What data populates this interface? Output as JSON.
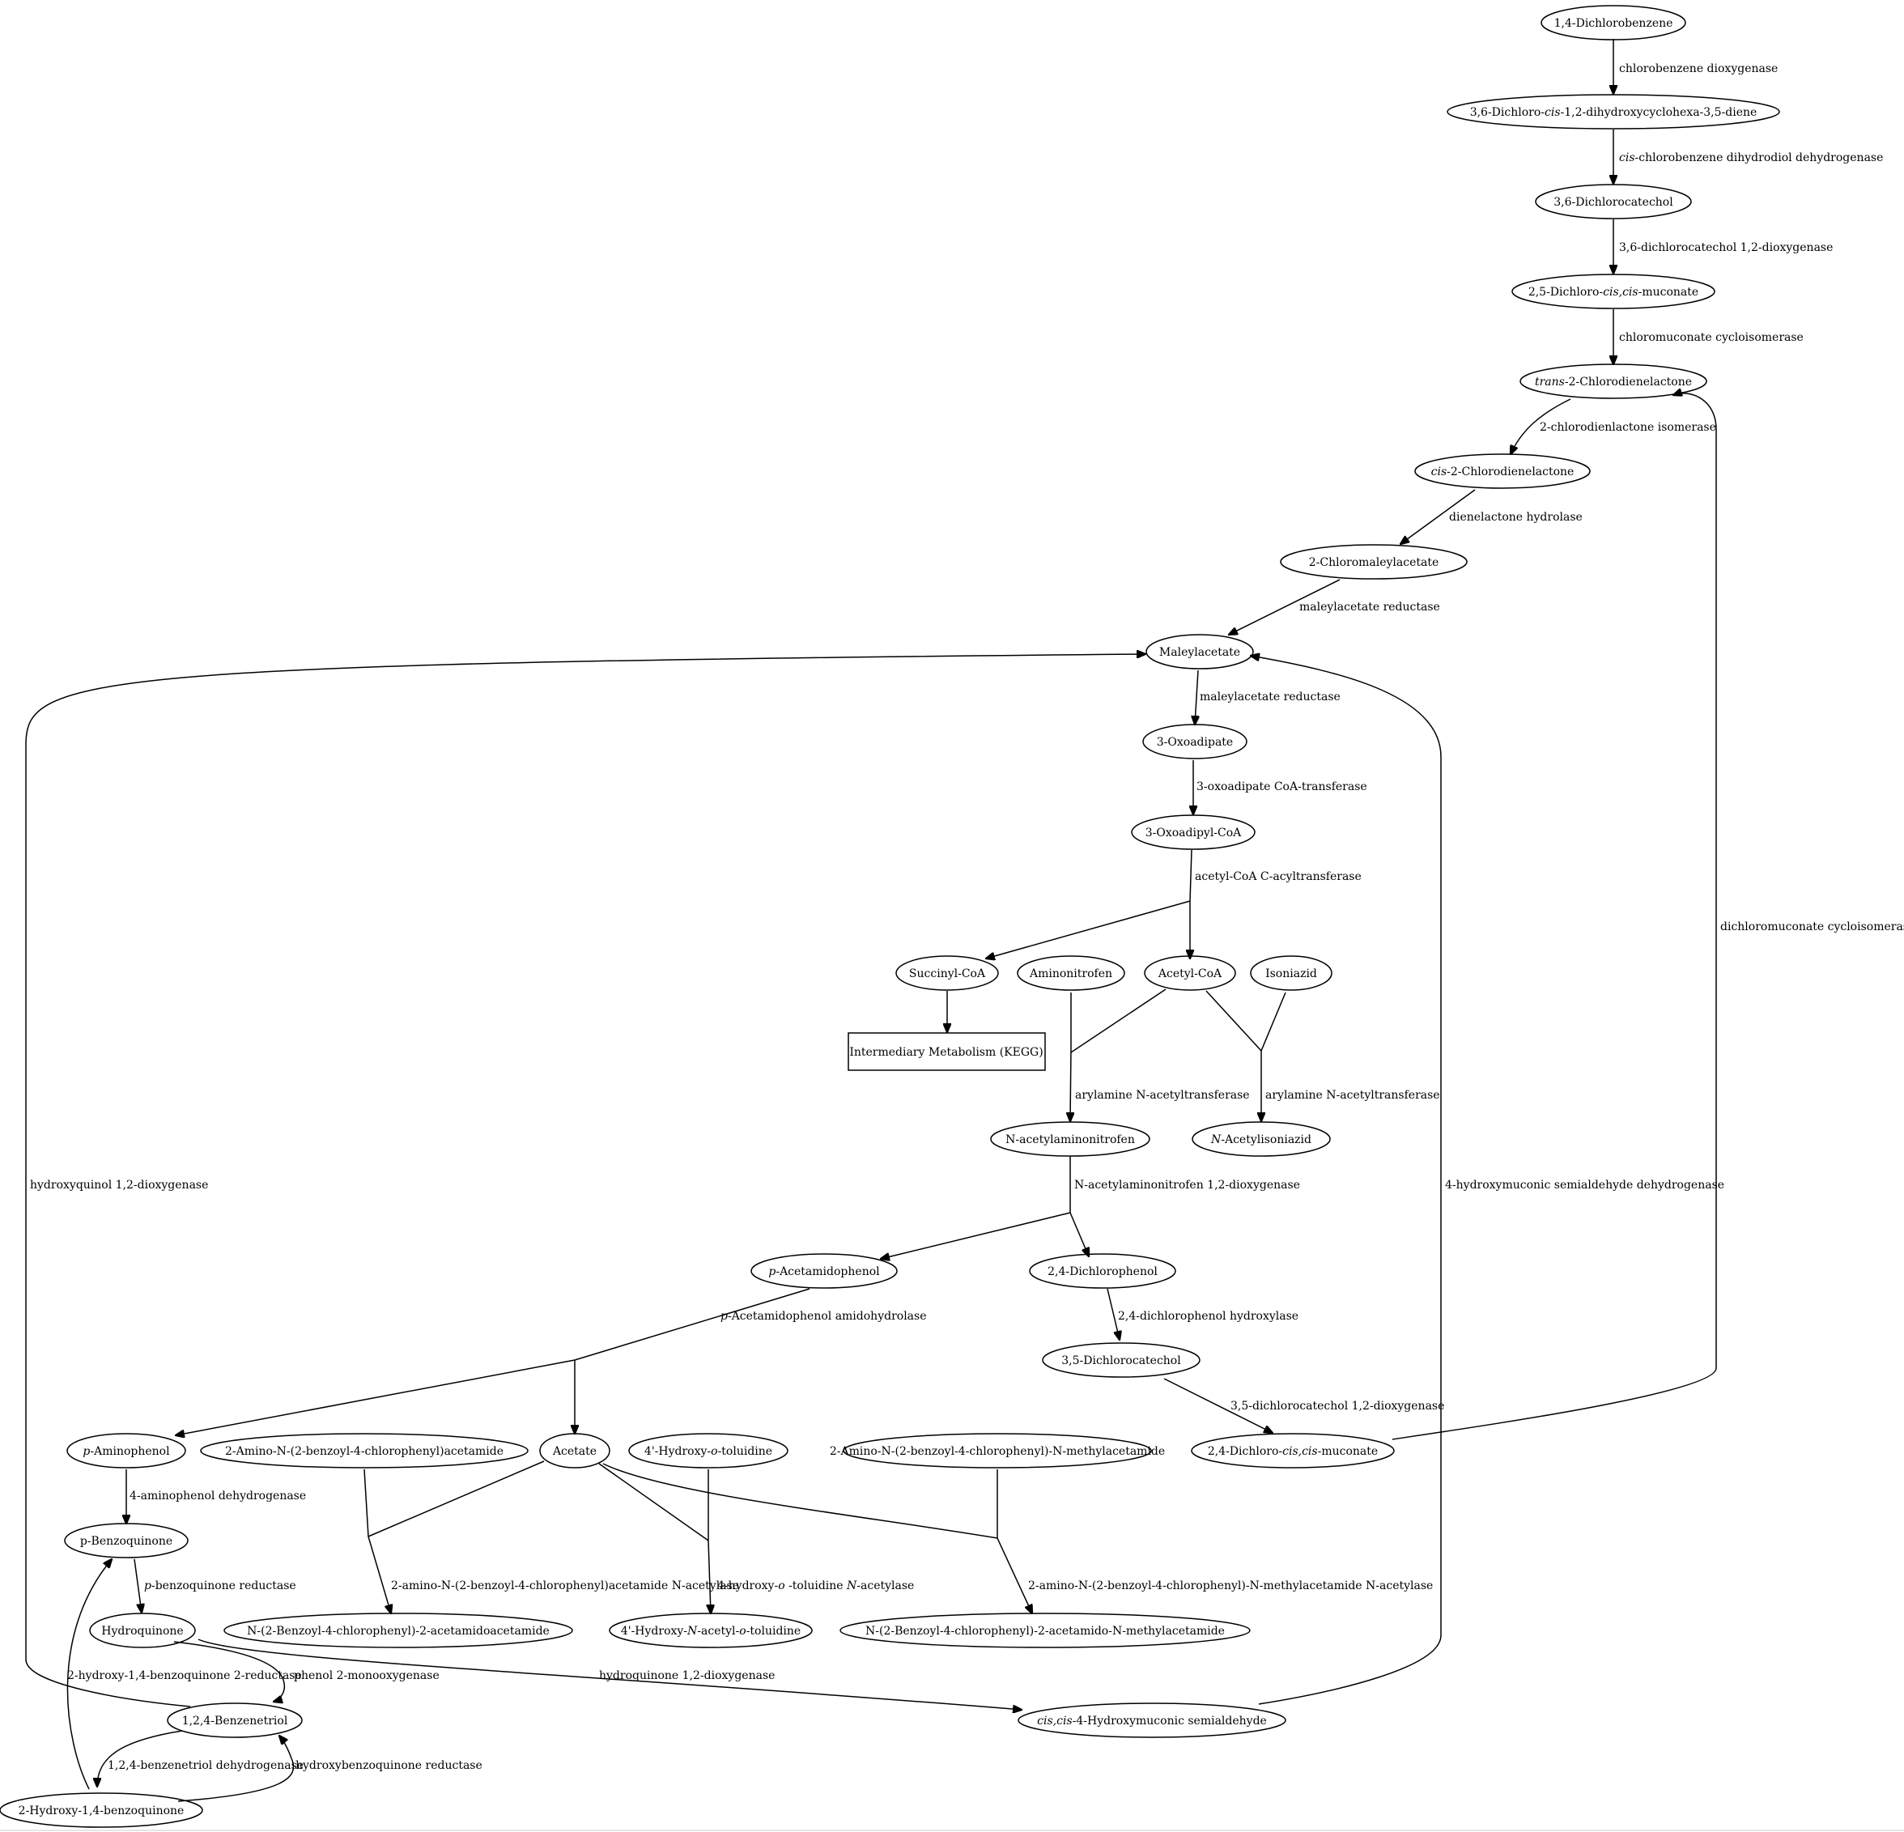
{
  "nodes": {
    "dcb": [
      {
        "t": "1,4-Dichlorobenzene"
      }
    ],
    "dcdiol": [
      {
        "t": "3,6-Dichloro-"
      },
      {
        "t": "cis",
        "i": true
      },
      {
        "t": "-1,2-dihydroxycyclohexa-3,5-diene"
      }
    ],
    "dccat36": [
      {
        "t": "3,6-Dichlorocatechol"
      }
    ],
    "dcmuc25": [
      {
        "t": "2,5-Dichloro-"
      },
      {
        "t": "cis,cis",
        "i": true
      },
      {
        "t": "-muconate"
      }
    ],
    "transcdl": [
      {
        "t": "trans",
        "i": true
      },
      {
        "t": "-2-Chlorodienelactone"
      }
    ],
    "ciscdl": [
      {
        "t": "cis",
        "i": true
      },
      {
        "t": "-2-Chlorodienelactone"
      }
    ],
    "cma": [
      {
        "t": "2-Chloromaleylacetate"
      }
    ],
    "ma": [
      {
        "t": "Maleylacetate"
      }
    ],
    "oxo": [
      {
        "t": "3-Oxoadipate"
      }
    ],
    "oxocoa": [
      {
        "t": "3-Oxoadipyl-CoA"
      }
    ],
    "succ": [
      {
        "t": "Succinyl-CoA"
      }
    ],
    "amn": [
      {
        "t": "Aminonitrofen"
      }
    ],
    "acoa": [
      {
        "t": "Acetyl-CoA"
      }
    ],
    "inh": [
      {
        "t": "Isoniazid"
      }
    ],
    "kegg": [
      {
        "t": "Intermediary Metabolism (KEGG)"
      }
    ],
    "naan": [
      {
        "t": "N-acetylaminonitrofen"
      }
    ],
    "nai": [
      {
        "t": "N",
        "i": true
      },
      {
        "t": "-Acetylisoniazid"
      }
    ],
    "pacp": [
      {
        "t": "p",
        "i": true
      },
      {
        "t": "-Acetamidophenol"
      }
    ],
    "dcp24": [
      {
        "t": "2,4-Dichlorophenol"
      }
    ],
    "dccat35": [
      {
        "t": "3,5-Dichlorocatechol"
      }
    ],
    "pap": [
      {
        "t": "p",
        "i": true
      },
      {
        "t": "-Aminophenol"
      }
    ],
    "abca": [
      {
        "t": "2-Amino-N-(2-benzoyl-4-chlorophenyl)acetamide"
      }
    ],
    "acet": [
      {
        "t": "Acetate"
      }
    ],
    "hot": [
      {
        "t": "4'-Hydroxy-"
      },
      {
        "t": "o",
        "i": true
      },
      {
        "t": "-toluidine"
      }
    ],
    "abcm": [
      {
        "t": "2-Amino-N-(2-benzoyl-4-chlorophenyl)-N-methylacetamide"
      }
    ],
    "dcmuc24": [
      {
        "t": "2,4-Dichloro-"
      },
      {
        "t": "cis,cis",
        "i": true
      },
      {
        "t": "-muconate"
      }
    ],
    "pbq": [
      {
        "t": "p-Benzoquinone"
      }
    ],
    "hq": [
      {
        "t": "Hydroquinone"
      }
    ],
    "nbca": [
      {
        "t": "N-(2-Benzoyl-4-chlorophenyl)-2-acetamidoacetamide"
      }
    ],
    "hnat": [
      {
        "t": "4'-Hydroxy-"
      },
      {
        "t": "N",
        "i": true
      },
      {
        "t": "-acetyl-"
      },
      {
        "t": "o",
        "i": true
      },
      {
        "t": "-toluidine"
      }
    ],
    "nbcm": [
      {
        "t": "N-(2-Benzoyl-4-chlorophenyl)-2-acetamido-N-methylacetamide"
      }
    ],
    "bt": [
      {
        "t": "1,2,4-Benzenetriol"
      }
    ],
    "hms": [
      {
        "t": "cis,cis",
        "i": true
      },
      {
        "t": "-4-Hydroxymuconic semialdehyde"
      }
    ],
    "hbq": [
      {
        "t": "2-Hydroxy-1,4-benzoquinone"
      }
    ]
  },
  "edge_labels": {
    "e1": [
      {
        "t": "chlorobenzene dioxygenase"
      }
    ],
    "e2": [
      {
        "t": "cis",
        "i": true
      },
      {
        "t": "-chlorobenzene dihydrodiol dehydrogenase"
      }
    ],
    "e3": [
      {
        "t": "3,6-dichlorocatechol 1,2-dioxygenase"
      }
    ],
    "e4": [
      {
        "t": "chloromuconate cycloisomerase"
      }
    ],
    "e5": [
      {
        "t": "2-chlorodienlactone isomerase"
      }
    ],
    "e6": [
      {
        "t": "dienelactone hydrolase"
      }
    ],
    "e7": [
      {
        "t": "maleylacetate reductase"
      }
    ],
    "e8": [
      {
        "t": "maleylacetate reductase"
      }
    ],
    "e9": [
      {
        "t": "3-oxoadipate CoA-transferase"
      }
    ],
    "e10": [
      {
        "t": "acetyl-CoA C-acyltransferase"
      }
    ],
    "e11": [
      {
        "t": "dichloromuconate cycloisomerase"
      }
    ],
    "e12": [
      {
        "t": "arylamine N-acetyltransferase"
      }
    ],
    "e13": [
      {
        "t": "arylamine N-acetyltransferase"
      }
    ],
    "e14": [
      {
        "t": "hydroxyquinol 1,2-dioxygenase"
      }
    ],
    "e15": [
      {
        "t": "N-acetylaminonitrofen 1,2-dioxygenase"
      }
    ],
    "e16": [
      {
        "t": "4-hydroxymuconic semialdehyde dehydrogenase"
      }
    ],
    "e17": [
      {
        "t": "p",
        "i": true
      },
      {
        "t": "-Acetamidophenol amidohydrolase"
      }
    ],
    "e18": [
      {
        "t": "2,4-dichlorophenol hydroxylase"
      }
    ],
    "e19": [
      {
        "t": "3,5-dichlorocatechol 1,2-dioxygenase"
      }
    ],
    "e20": [
      {
        "t": "4-aminophenol dehydrogenase"
      }
    ],
    "e21": [
      {
        "t": "p",
        "i": true
      },
      {
        "t": "-benzoquinone reductase"
      }
    ],
    "e22": [
      {
        "t": "2-amino-N-(2-benzoyl-4-chlorophenyl)acetamide N-acetylase"
      }
    ],
    "e23": [
      {
        "t": "4-hydroxy-"
      },
      {
        "t": "o",
        "i": true
      },
      {
        "t": " -toluidine "
      },
      {
        "t": "N",
        "i": true
      },
      {
        "t": "-acetylase"
      }
    ],
    "e24": [
      {
        "t": "2-amino-N-(2-benzoyl-4-chlorophenyl)-N-methylacetamide N-acetylase"
      }
    ],
    "e25": [
      {
        "t": "2-hydroxy-1,4-benzoquinone 2-reductase"
      }
    ],
    "e26": [
      {
        "t": "phenol 2-monooxygenase"
      }
    ],
    "e27": [
      {
        "t": "hydroquinone 1,2-dioxygenase"
      }
    ],
    "e28": [
      {
        "t": "1,2,4-benzenetriol dehydrogenase"
      }
    ],
    "e29": [
      {
        "t": "hydroxybenzoquinone reductase"
      }
    ]
  }
}
